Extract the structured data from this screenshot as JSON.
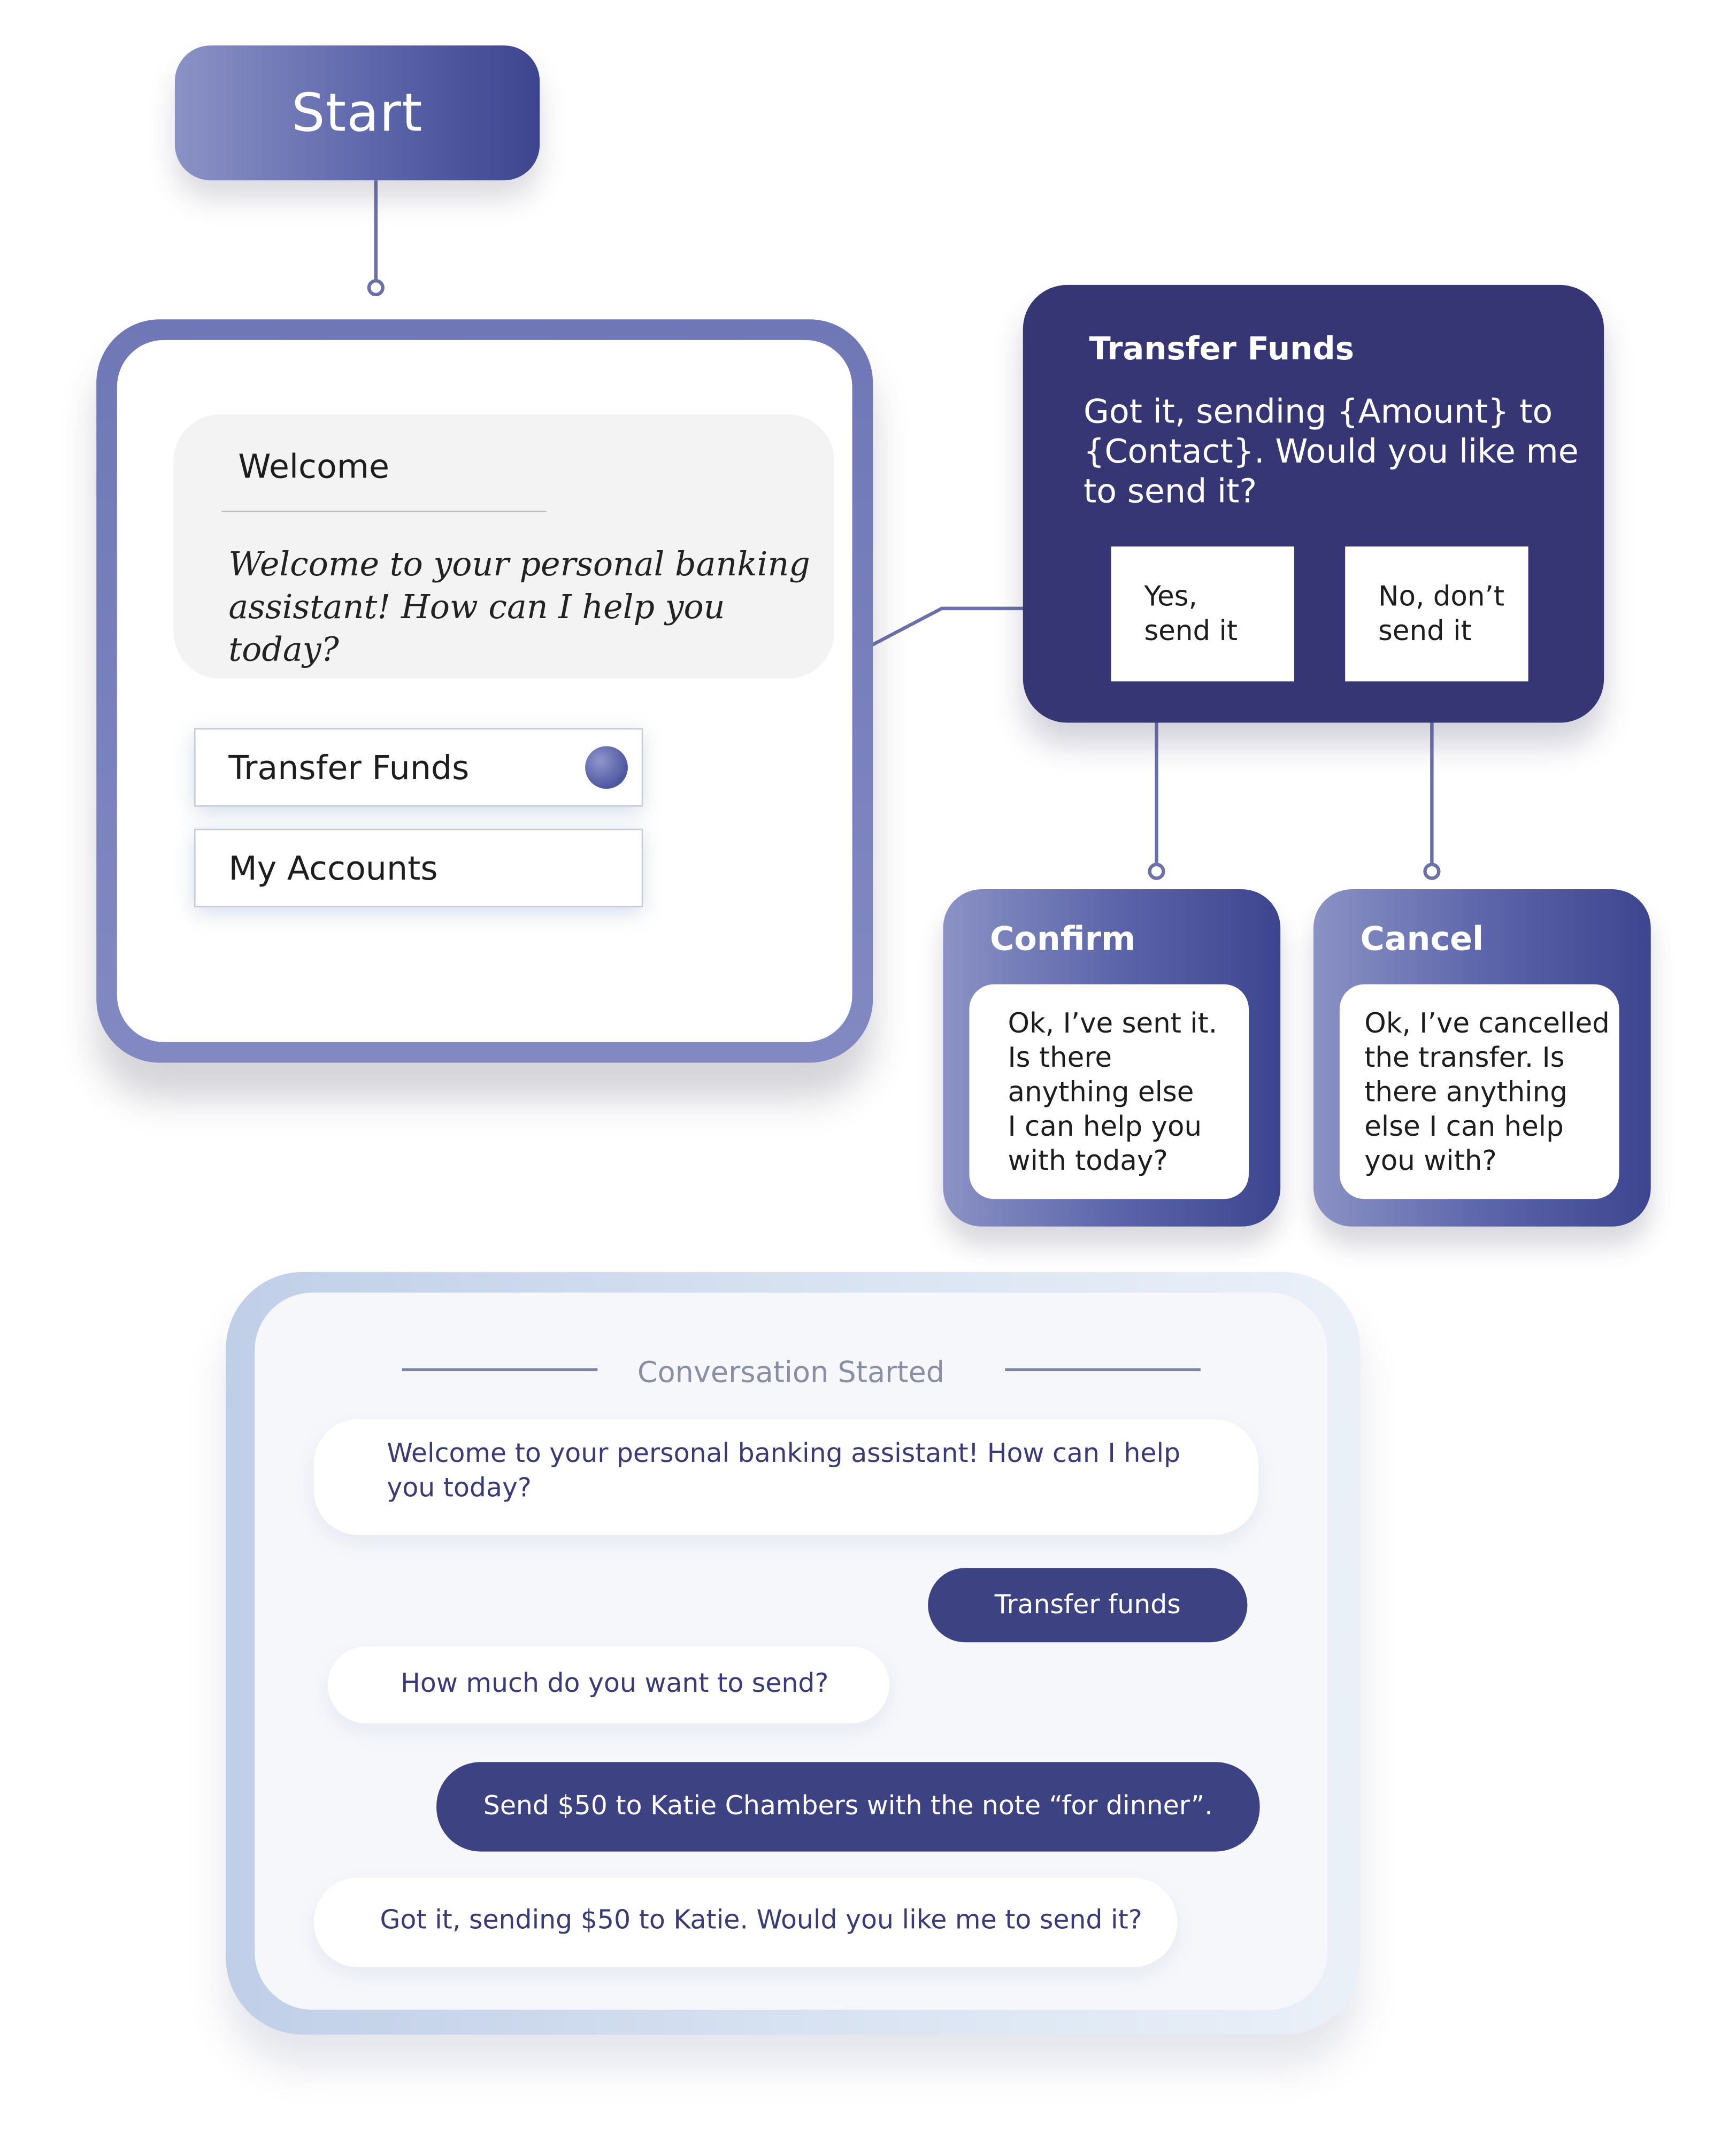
{
  "start": {
    "label": "Start"
  },
  "welcome": {
    "title": "Welcome",
    "message": "Welcome to your personal banking assistant! How can I help you today?",
    "options": [
      "Transfer Funds",
      "My Accounts"
    ]
  },
  "transfer": {
    "title": "Transfer Funds",
    "message": "Got it, sending {Amount} to {Contact}. Would you like me to send it?",
    "yes": {
      "line1": "Yes,",
      "line2": "send it"
    },
    "no": {
      "line1": "No, don’t",
      "line2": "send it"
    }
  },
  "confirm": {
    "title": "Confirm",
    "lines": [
      "Ok, I’ve sent it.",
      "Is there",
      "anything else",
      "I can help you",
      "with today?"
    ]
  },
  "cancel": {
    "title": "Cancel",
    "lines": [
      "Ok, I’ve cancelled",
      "the transfer. Is",
      "there anything",
      "else I can help",
      "you with?"
    ]
  },
  "conversation": {
    "header": "Conversation Started",
    "messages": [
      {
        "from": "bot",
        "text": "Welcome to your personal banking assistant! How can I help you today?"
      },
      {
        "from": "user",
        "text": "Transfer funds"
      },
      {
        "from": "bot",
        "text": "How much do you want to send?"
      },
      {
        "from": "user",
        "text": "Send $50 to Katie Chambers with the note “for dinner”."
      },
      {
        "from": "bot",
        "text": "Got it, sending $50 to Katie. Would you like me to send it?"
      }
    ]
  },
  "colors": {
    "navy": "#373675",
    "indigo": "#3d4283",
    "gradient_light": "#8b92c5",
    "connector": "#6b70a8"
  }
}
